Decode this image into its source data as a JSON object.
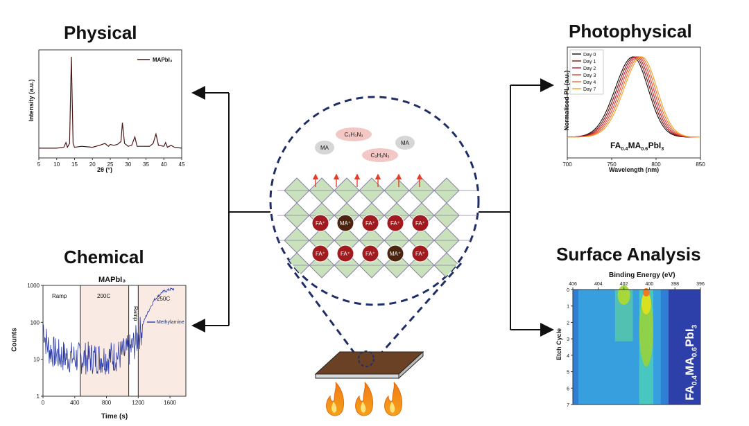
{
  "titles": {
    "physical": "Physical",
    "chemical": "Chemical",
    "photophysical": "Photophysical",
    "surface": "Surface Analysis"
  },
  "xrd": {
    "legend": "MAPbI₃",
    "ylabel": "Intensity (a.u.)",
    "xlabel": "2θ (°)",
    "xticks": [
      "5",
      "10",
      "15",
      "20",
      "25",
      "30",
      "35",
      "40",
      "45"
    ]
  },
  "pl": {
    "legend": [
      "Day 0",
      "Day 1",
      "Day 2",
      "Day 3",
      "Day 4",
      "Day 7"
    ],
    "legend_colors": [
      "#1a0a0a",
      "#7a1010",
      "#c0182a",
      "#e0402a",
      "#ef6a2a",
      "#f5a020"
    ],
    "ylabel": "Normalised PL (a.u.)",
    "xlabel": "Wavelength (nm)",
    "xticks": [
      "700",
      "750",
      "800",
      "850"
    ],
    "formula": "FA0.4MA0.6PbI3"
  },
  "mass": {
    "title": "MAPbI₃",
    "ylabel": "Counts",
    "xlabel": "Time (s)",
    "yticks": [
      "1000",
      "100",
      "10",
      "1"
    ],
    "xticks": [
      "0",
      "400",
      "800",
      "1200",
      "1600"
    ],
    "regions": [
      "Ramp",
      "200C",
      "Ramp",
      "250C"
    ],
    "legend": "Methylamine"
  },
  "xps": {
    "xlabel": "Binding Energy (eV)",
    "xticks": [
      "406",
      "404",
      "402",
      "400",
      "398",
      "396"
    ],
    "ylabel": "Etch Cycle",
    "yticks": [
      "0",
      "1",
      "2",
      "3",
      "4",
      "5",
      "6",
      "7"
    ],
    "formula": "FA0.4MA0.6PbI3"
  },
  "center": {
    "molecules": [
      "C₃H₃N₃",
      "MA",
      "MA",
      "C₃H₃N₃"
    ],
    "row1": [
      "FA⁺",
      "MA⁺",
      "FA⁺",
      "FA⁺",
      "FA⁺"
    ],
    "row2": [
      "FA⁺",
      "FA⁺",
      "FA⁺",
      "MA⁺",
      "FA⁺"
    ]
  },
  "chart_data": [
    {
      "type": "line",
      "title": "",
      "xlabel": "2θ (°)",
      "ylabel": "Intensity (a.u.)",
      "xlim": [
        5,
        45
      ],
      "series": [
        {
          "name": "MAPbI₃",
          "x": [
            5,
            8,
            10,
            12,
            12.6,
            13,
            13.6,
            14.1,
            14.6,
            15,
            17,
            20,
            22,
            23.5,
            24.5,
            25,
            26,
            27,
            28,
            28.4,
            29,
            30,
            31,
            31.9,
            32.5,
            34,
            36,
            37,
            37.8,
            38.5,
            40,
            40.5,
            41,
            42,
            43,
            45
          ],
          "y": [
            3,
            3,
            3,
            4,
            9,
            4,
            8,
            100,
            8,
            4,
            5,
            4,
            6,
            8,
            5,
            7,
            6,
            7,
            10,
            30,
            8,
            5,
            6,
            15,
            5,
            5,
            5,
            8,
            18,
            6,
            5,
            9,
            4,
            6,
            4,
            3
          ]
        }
      ]
    },
    {
      "type": "line",
      "title": "",
      "xlabel": "Wavelength (nm)",
      "ylabel": "Normalised PL (a.u.)",
      "xlim": [
        700,
        850
      ],
      "series": [
        {
          "name": "Day 0",
          "peak": 774
        },
        {
          "name": "Day 1",
          "peak": 776
        },
        {
          "name": "Day 2",
          "peak": 778
        },
        {
          "name": "Day 3",
          "peak": 780
        },
        {
          "name": "Day 4",
          "peak": 782
        },
        {
          "name": "Day 7",
          "peak": 784
        }
      ]
    },
    {
      "type": "line",
      "title": "MAPbI₃",
      "xlabel": "Time (s)",
      "ylabel": "Counts",
      "xlim": [
        0,
        1800
      ],
      "ylim": [
        1,
        1000
      ],
      "yscale": "log",
      "series": [
        {
          "name": "Methylamine",
          "x": [
            0,
            30,
            80,
            200,
            400,
            600,
            800,
            1000,
            1100,
            1150,
            1200,
            1300,
            1400,
            1500,
            1600,
            1650
          ],
          "y": [
            100,
            40,
            20,
            14,
            12,
            12,
            12,
            15,
            20,
            28,
            45,
            150,
            400,
            650,
            780,
            800
          ]
        }
      ]
    },
    {
      "type": "heatmap",
      "title": "",
      "xlabel": "Binding Energy (eV)",
      "ylabel": "Etch Cycle",
      "xlim": [
        406,
        396
      ],
      "ylim": [
        0,
        7
      ]
    }
  ]
}
